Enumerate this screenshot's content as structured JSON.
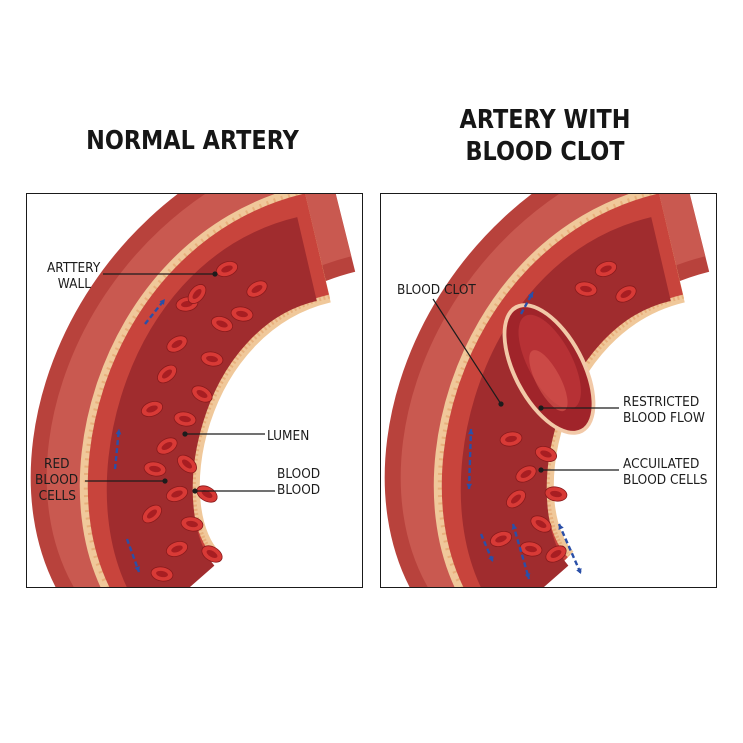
{
  "titles": {
    "left": "NORMAL ARTERY",
    "right_line1": "ARTERY WITH",
    "right_line2": "BLOOD CLOT"
  },
  "left_panel": {
    "labels": {
      "artery_wall_1": "ARTTERY",
      "artery_wall_2": "WALL",
      "lumen": "LUMEN",
      "red_blood_1": "RED",
      "red_blood_2": "BLOOD",
      "red_blood_3": "CELLS",
      "blood_1": "BLOOD",
      "blood_2": "BLOOD"
    }
  },
  "right_panel": {
    "labels": {
      "blood_clot": "BLOOD CLOT",
      "restricted_1": "RESTRICTED",
      "restricted_2": "BLOOD FLOW",
      "accumulated_1": "ACCUILATED",
      "accumulated_2": "BLOOD CELLS"
    }
  },
  "colors": {
    "outer_wall": "#b8423c",
    "outer_wall_light": "#d4736a",
    "wall_layer": "#f0c89a",
    "lumen": "#9e2a2c",
    "red_cell": "#d83a36",
    "red_cell_center": "#a81e22",
    "clot": "#a0242a",
    "flow_arrow": "#2a4fa8"
  }
}
